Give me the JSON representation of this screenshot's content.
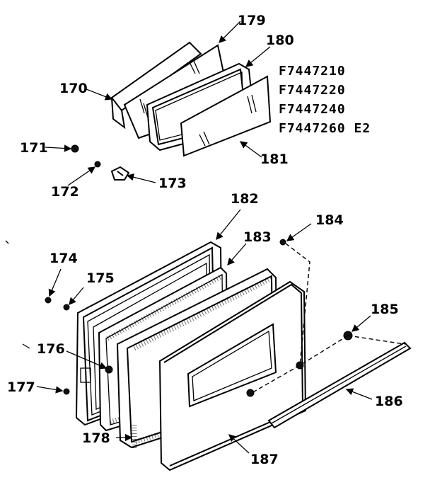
{
  "models": [
    "F7447210",
    "F7447220",
    "F7447240",
    "F7447260 E2"
  ],
  "parts": {
    "p170": "170",
    "p171": "171",
    "p172": "172",
    "p173": "173",
    "p174": "174",
    "p175": "175",
    "p176": "176",
    "p177": "177",
    "p178": "178",
    "p179": "179",
    "p180": "180",
    "p181": "181",
    "p182": "182",
    "p183": "183",
    "p184": "184",
    "p185": "185",
    "p186": "186",
    "p187": "187"
  }
}
